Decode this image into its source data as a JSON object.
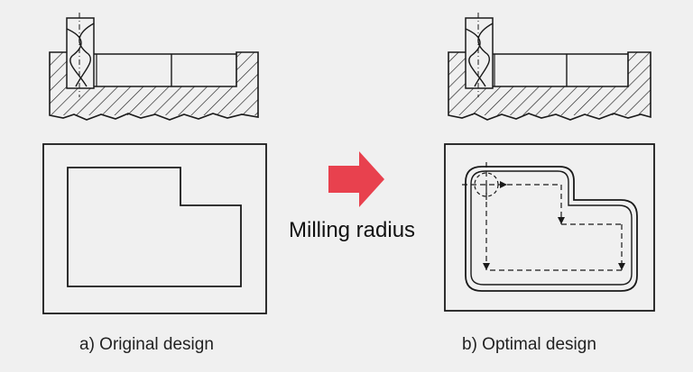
{
  "captions": {
    "original": "a) Original design",
    "optimal": "b) Optimal design"
  },
  "annotation": {
    "label": "Milling radius",
    "arrow_color": "#e8414e",
    "arrow_icon": "right-arrow-icon"
  },
  "colors": {
    "background": "#f0f0f0",
    "line": "#1a1a1a"
  }
}
